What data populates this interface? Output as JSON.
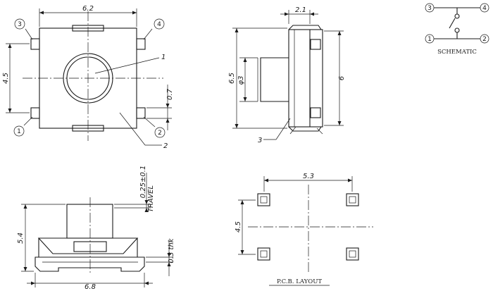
{
  "top_view": {
    "dim_width": "6.2",
    "dim_height": "4.5",
    "dim_terminal": "0.7",
    "pins": [
      "1",
      "2",
      "3",
      "4"
    ],
    "callouts": [
      "1",
      "2"
    ]
  },
  "side_view": {
    "dim_depth": "2.1",
    "dim_body": "6.5",
    "dim_length": "6",
    "dim_actuator": "φ3",
    "callout": "3"
  },
  "schematic": {
    "pins": [
      "3",
      "4",
      "1",
      "2"
    ],
    "caption": "SCHEMATIC"
  },
  "front_view": {
    "dim_travel": "0.25±0.1",
    "dim_travel_label": "TRAVEL",
    "dim_height": "5.4",
    "dim_width": "6.8",
    "dim_thickness": "0.3 thk"
  },
  "pcb_layout": {
    "dim_x": "5.3",
    "dim_y": "4.5",
    "caption": "P.C.B. LAYOUT"
  }
}
